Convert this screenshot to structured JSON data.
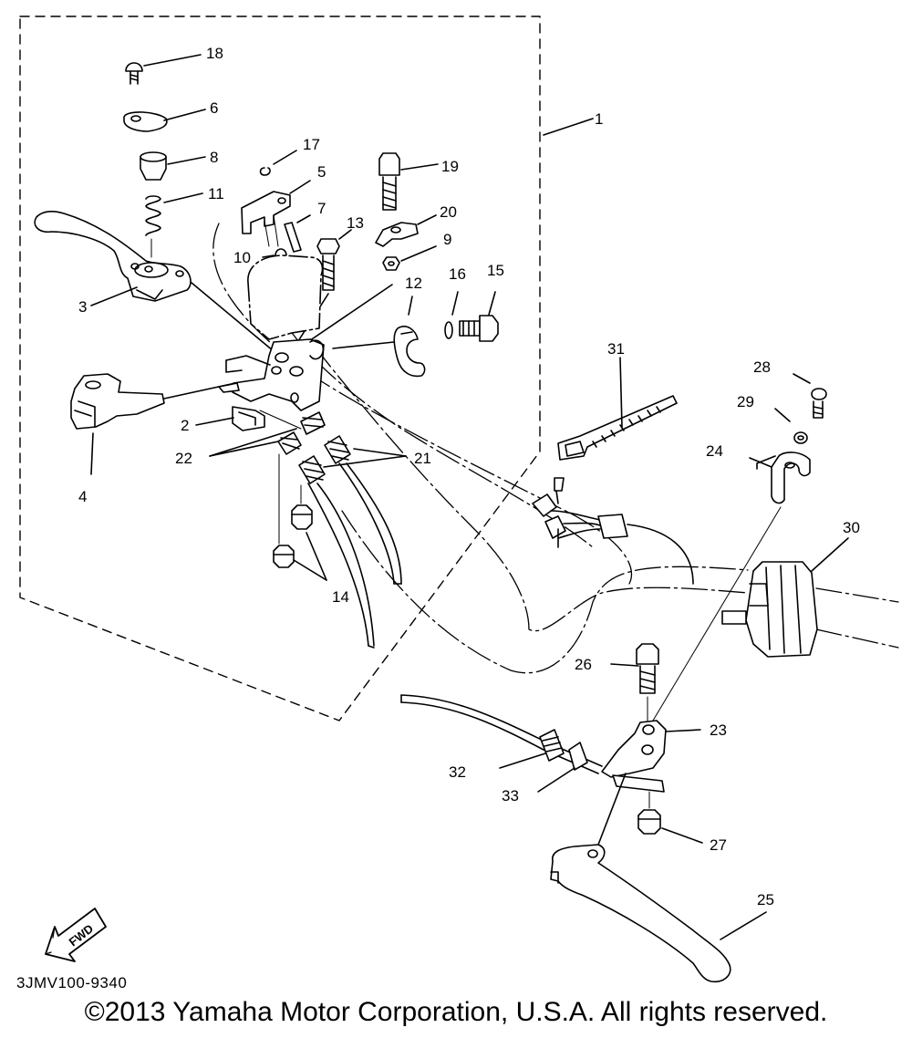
{
  "parts": {
    "p1": "1",
    "p2": "2",
    "p3": "3",
    "p4": "4",
    "p5": "5",
    "p6": "6",
    "p7": "7",
    "p8": "8",
    "p9": "9",
    "p10": "10",
    "p11": "11",
    "p12": "12",
    "p13": "13",
    "p14": "14",
    "p15": "15",
    "p16": "16",
    "p17": "17",
    "p18": "18",
    "p19": "19",
    "p20": "20",
    "p21": "21",
    "p22": "22",
    "p23": "23",
    "p24": "24",
    "p25": "25",
    "p26": "26",
    "p27": "27",
    "p28": "28",
    "p29": "29",
    "p30": "30",
    "p31": "31",
    "p32": "32",
    "p33": "33"
  },
  "fwd": "FWD",
  "diagram_code": "3JMV100-9340",
  "copyright": "©2013 Yamaha Motor Corporation, U.S.A. All rights reserved."
}
